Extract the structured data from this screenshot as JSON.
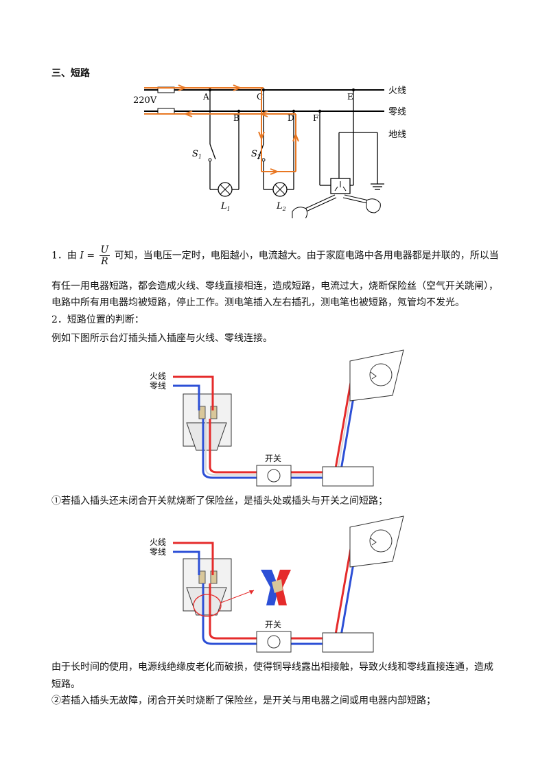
{
  "section_heading": "三、短路",
  "circuit": {
    "voltage": "220V",
    "live_wire": "火线",
    "neutral_wire": "零线",
    "ground_wire": "地线",
    "points": [
      "A",
      "B",
      "C",
      "D",
      "E",
      "F"
    ],
    "switch1": "S",
    "switch1_sub": "1",
    "switch2": "S",
    "switch2_sub": "2",
    "lamp1": "L",
    "lamp1_sub": "1",
    "lamp2": "L",
    "lamp2_sub": "2"
  },
  "para1": {
    "prefix": "1．由 ",
    "formula_lhs": "I",
    "formula_eq": " = ",
    "formula_num": "U",
    "formula_den": "R",
    "suffix": " 可知，当电压一定时，电阻越小，电流越大。由于家庭电路中各用电器都是并联的，所以当",
    "line2": "有任一用电器短路，都会造成火线、零线直接相连，造成短路，电流过大，烧断保险丝（空气开关跳闸），",
    "line3": "电路中所有用电器均被短路，停止工作。测电笔插入左右插孔，测电笔也被短路，氖管均不发光。"
  },
  "para2": "2．短路位置的判断：",
  "para3": "例如下图所示台灯插头插入插座与火线、零线连接。",
  "diagram1": {
    "live": "火线",
    "neutral": "零线",
    "switch": "开关"
  },
  "para4": "①若插入插头还未闭合开关就烧断了保险丝，是插头处或插头与开关之间短路；",
  "diagram2": {
    "live": "火线",
    "neutral": "零线",
    "switch": "开关"
  },
  "para5_line1": "由于长时间的使用，电源线绝缘皮老化而破损，使得铜导线露出相接触，导致火线和零线直接连通，造成",
  "para5_line2": "短路。",
  "para6": "②若插入插头无故障，闭合开关时烧断了保险丝，是开关与用电器之间或用电器内部短路；"
}
